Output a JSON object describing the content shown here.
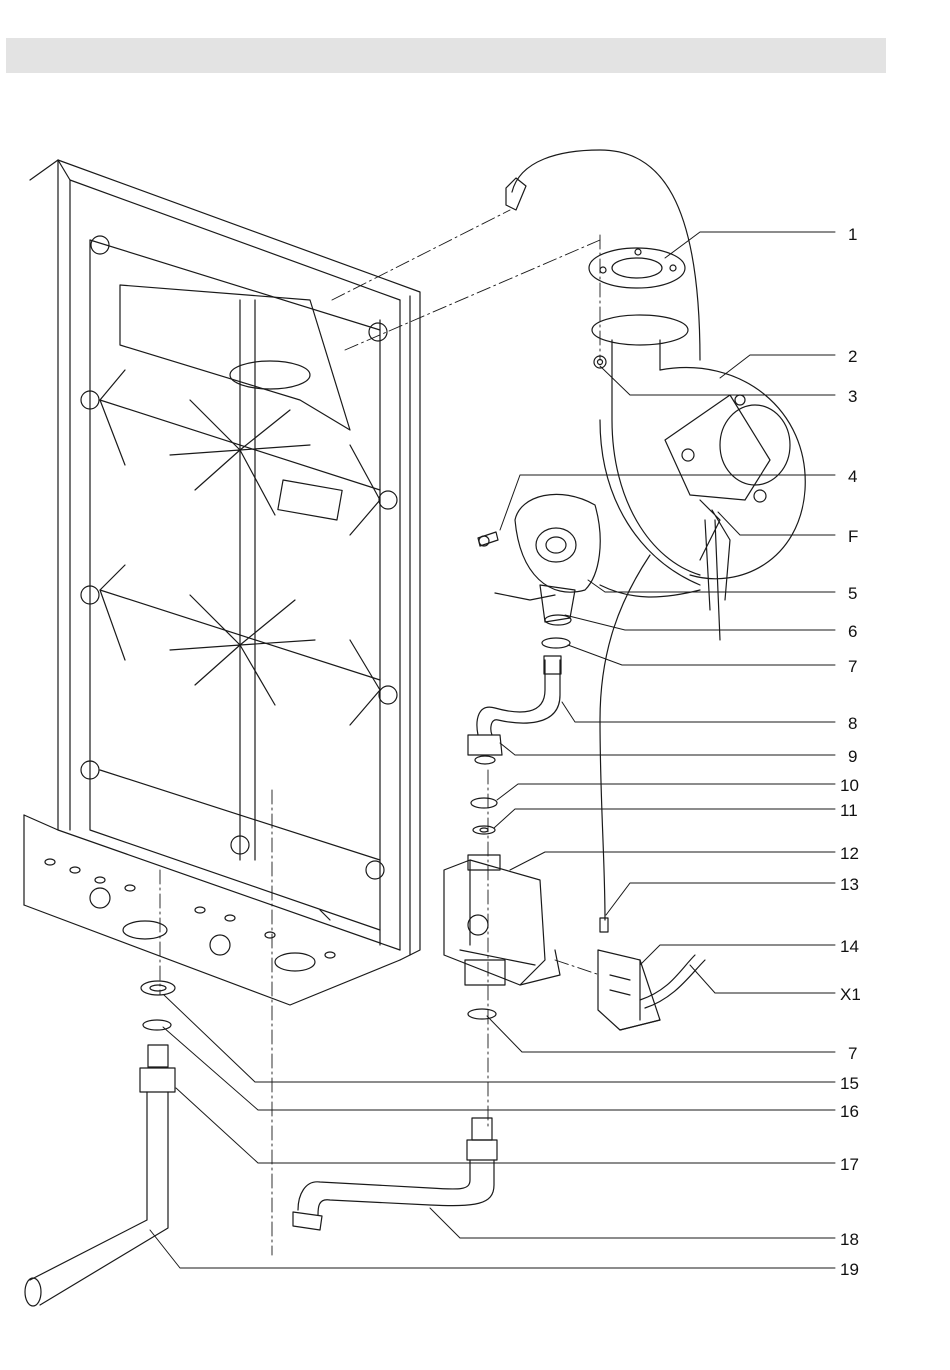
{
  "header": {
    "text": ""
  },
  "callouts": [
    {
      "id": "c1",
      "label": "1"
    },
    {
      "id": "c2",
      "label": "2"
    },
    {
      "id": "c3",
      "label": "3"
    },
    {
      "id": "c4",
      "label": "4"
    },
    {
      "id": "cF",
      "label": "F"
    },
    {
      "id": "c5",
      "label": "5"
    },
    {
      "id": "c6",
      "label": "6"
    },
    {
      "id": "c7a",
      "label": "7"
    },
    {
      "id": "c8",
      "label": "8"
    },
    {
      "id": "c9",
      "label": "9"
    },
    {
      "id": "c10",
      "label": "10"
    },
    {
      "id": "c11",
      "label": "11"
    },
    {
      "id": "c12",
      "label": "12"
    },
    {
      "id": "c13",
      "label": "13"
    },
    {
      "id": "c14",
      "label": "14"
    },
    {
      "id": "cX1",
      "label": "X1"
    },
    {
      "id": "c7b",
      "label": "7"
    },
    {
      "id": "c15",
      "label": "15"
    },
    {
      "id": "c16",
      "label": "16"
    },
    {
      "id": "c17",
      "label": "17"
    },
    {
      "id": "c18",
      "label": "18"
    },
    {
      "id": "c19",
      "label": "19"
    }
  ],
  "colors": {
    "line": "#1a1a1a",
    "header_bar": "#e3e3e3"
  }
}
